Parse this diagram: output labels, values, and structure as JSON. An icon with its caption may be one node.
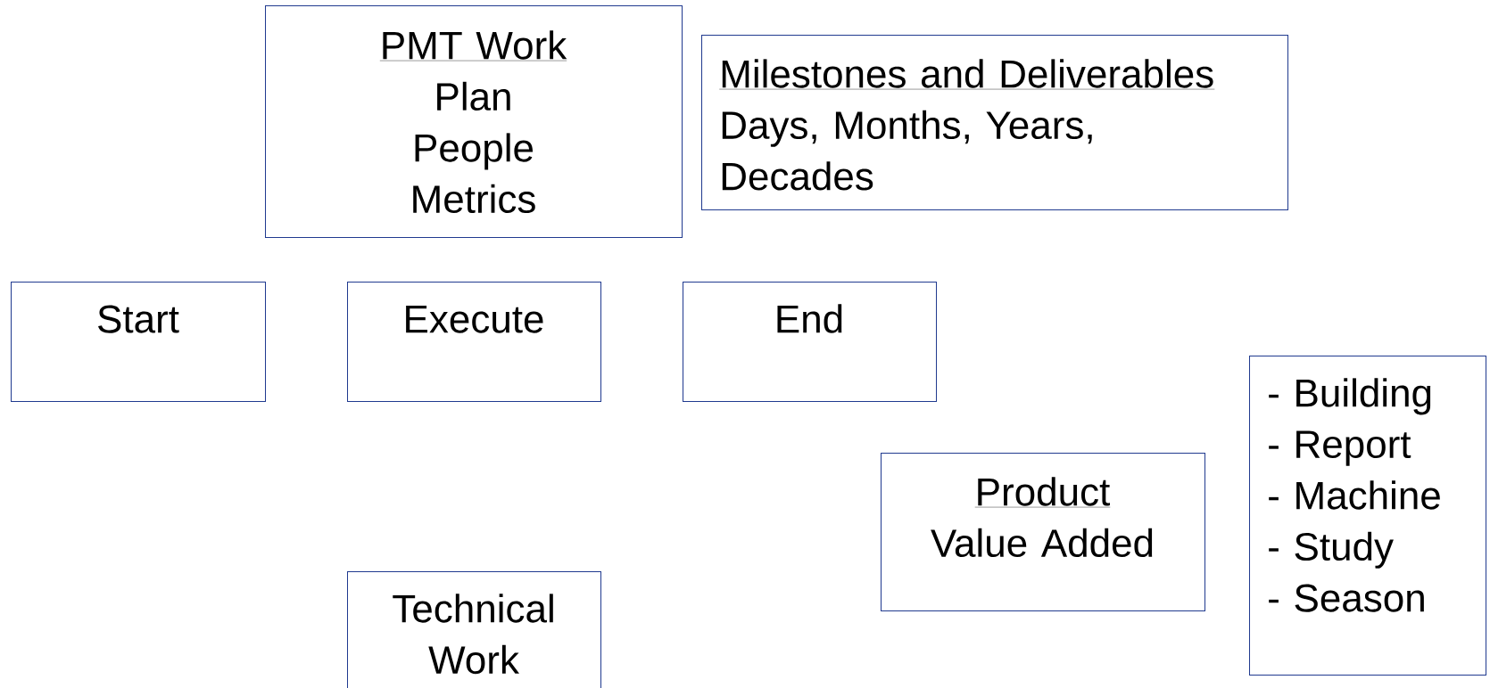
{
  "diagram": {
    "nodes": [
      {
        "text": [
          "PMT Work",
          "Plan",
          "People",
          "Metrics"
        ]
      },
      {
        "text": [
          "Milestones and Deliverables",
          "Days, Months, Years, Decades"
        ]
      },
      {
        "text": [
          "Start"
        ]
      },
      {
        "text": [
          "Execute"
        ]
      },
      {
        "text": [
          "End"
        ]
      },
      {
        "text": [
          "- Building",
          "- Report",
          "- Machine",
          "- Study",
          "- Season"
        ]
      },
      {
        "text": [
          "Product",
          "Value Added"
        ]
      },
      {
        "text": [
          "Technical Work"
        ]
      }
    ]
  }
}
